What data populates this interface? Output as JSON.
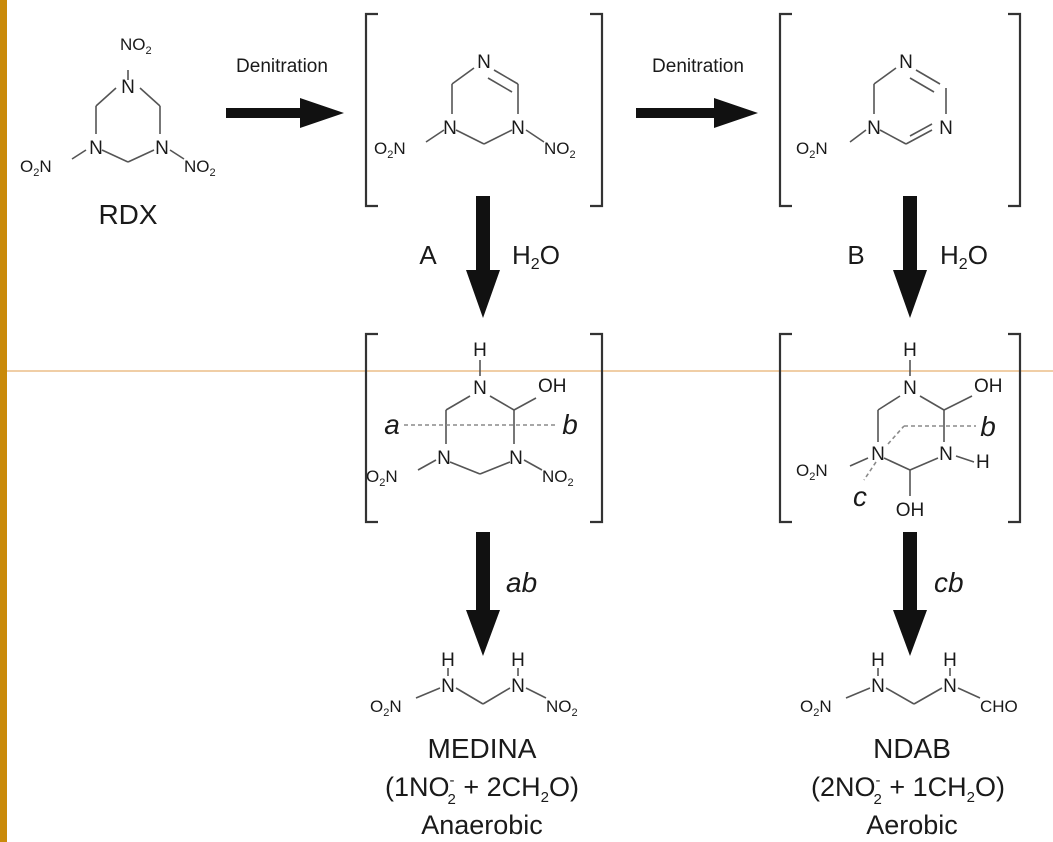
{
  "colors": {
    "background": "#ffffff",
    "ink": "#1a1a1a",
    "bond": "#555555",
    "left_edge": "#c98a0a",
    "rule": "#e8b070"
  },
  "atoms": {
    "N": "N",
    "H": "H",
    "OH": "OH",
    "NO": "NO",
    "O": "O",
    "sub2": "2",
    "CHO": "CHO"
  },
  "steps": {
    "denitration_1": "Denitration",
    "denitration_2": "Denitration",
    "path_a": "A",
    "path_b": "B",
    "water_a": "H",
    "water_b": "H",
    "water_o": "O",
    "cleave_ab": "ab",
    "cleave_cb": "cb"
  },
  "cleavage_sites": {
    "a": "a",
    "b_left": "b",
    "b_right": "b",
    "c": "c"
  },
  "compounds": {
    "rdx": {
      "name": "RDX"
    },
    "medina": {
      "name": "MEDINA",
      "yield_open": "(1NO",
      "yield_mid": " + 2CH",
      "yield_close": "O)",
      "minus": "-",
      "condition": "Anaerobic"
    },
    "ndab": {
      "name": "NDAB",
      "yield_open": "(2NO",
      "yield_mid": " + 1CH",
      "yield_close": "O)",
      "minus": "-",
      "condition": "Aerobic"
    }
  }
}
